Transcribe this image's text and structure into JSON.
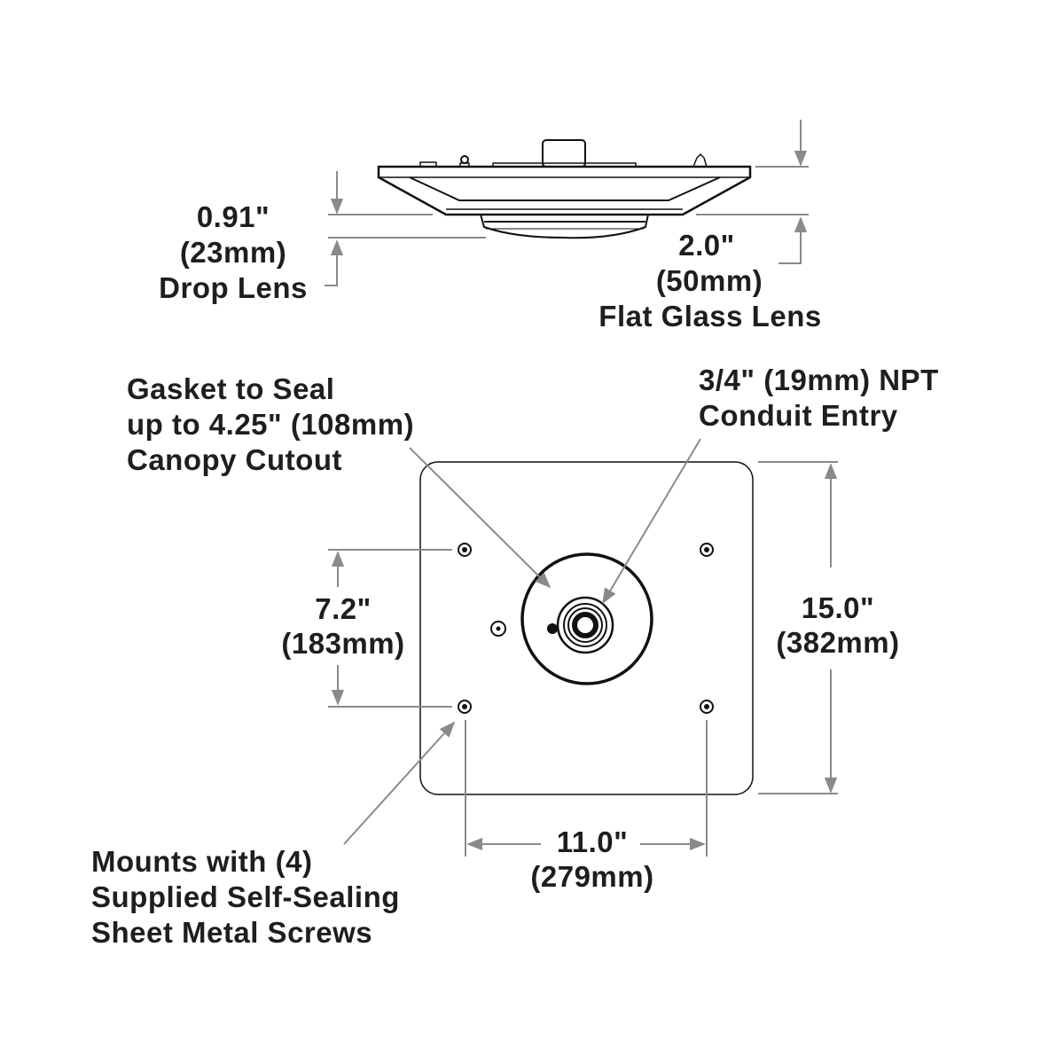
{
  "side_view": {
    "drop_lens": {
      "value": "0.91\"",
      "metric": "(23mm)",
      "label": "Drop Lens"
    },
    "flat_glass_lens": {
      "value": "2.0\"",
      "metric": "(50mm)",
      "label": "Flat Glass Lens"
    }
  },
  "top_view": {
    "gasket": {
      "lines": [
        "Gasket to Seal",
        "up to 4.25\" (108mm)",
        "Canopy Cutout"
      ]
    },
    "conduit": {
      "lines": [
        "3/4\" (19mm) NPT",
        "Conduit Entry"
      ]
    },
    "mount_spacing_vertical": {
      "value": "7.2\"",
      "metric": "(183mm)"
    },
    "plate_height": {
      "value": "15.0\"",
      "metric": "(382mm)"
    },
    "mount_spacing_horizontal": {
      "value": "11.0\"",
      "metric": "(279mm)"
    },
    "mounts": {
      "lines": [
        "Mounts with (4)",
        "Supplied Self-Sealing",
        "Sheet Metal Screws"
      ]
    }
  }
}
